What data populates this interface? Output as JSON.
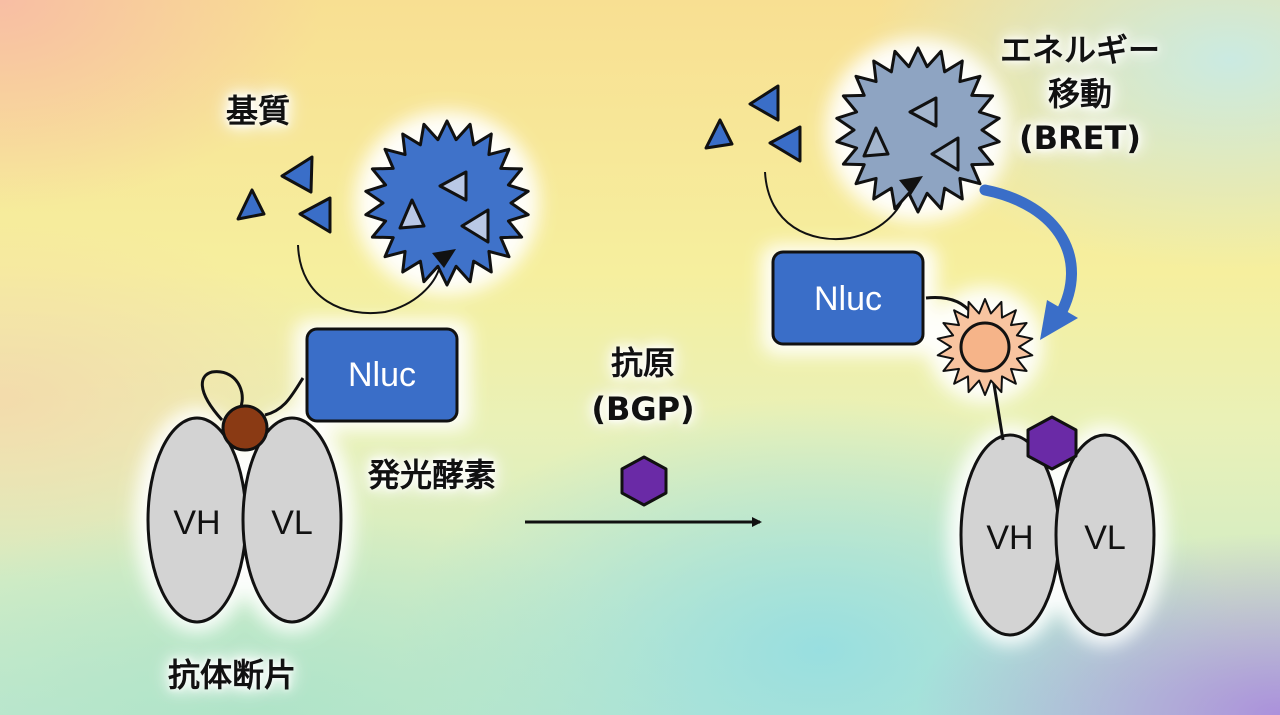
{
  "labels": {
    "substrate": "基質",
    "energy_transfer_line1": "エネルギー",
    "energy_transfer_line2": "移動",
    "energy_transfer_line3": "(BRET)",
    "antigen_line1": "抗原",
    "antigen_line2": "(BGP)",
    "luciferase": "発光酵素",
    "antibody_fragment": "抗体断片"
  },
  "left_complex": {
    "enzyme": "Nluc",
    "heavy_chain": "VH",
    "light_chain": "VL"
  },
  "right_complex": {
    "enzyme": "Nluc",
    "heavy_chain": "VH",
    "light_chain": "VL"
  },
  "colors": {
    "nluc_blue": "#3a6ec8",
    "active_burst": "#3f72c9",
    "inactive_burst": "#8ea4c2",
    "antigen_purple": "#6a2aa6",
    "dye_brown": "#8a3a14",
    "fluorophore_peach": "#f6b489",
    "domain_gray": "#d3d3d3"
  }
}
